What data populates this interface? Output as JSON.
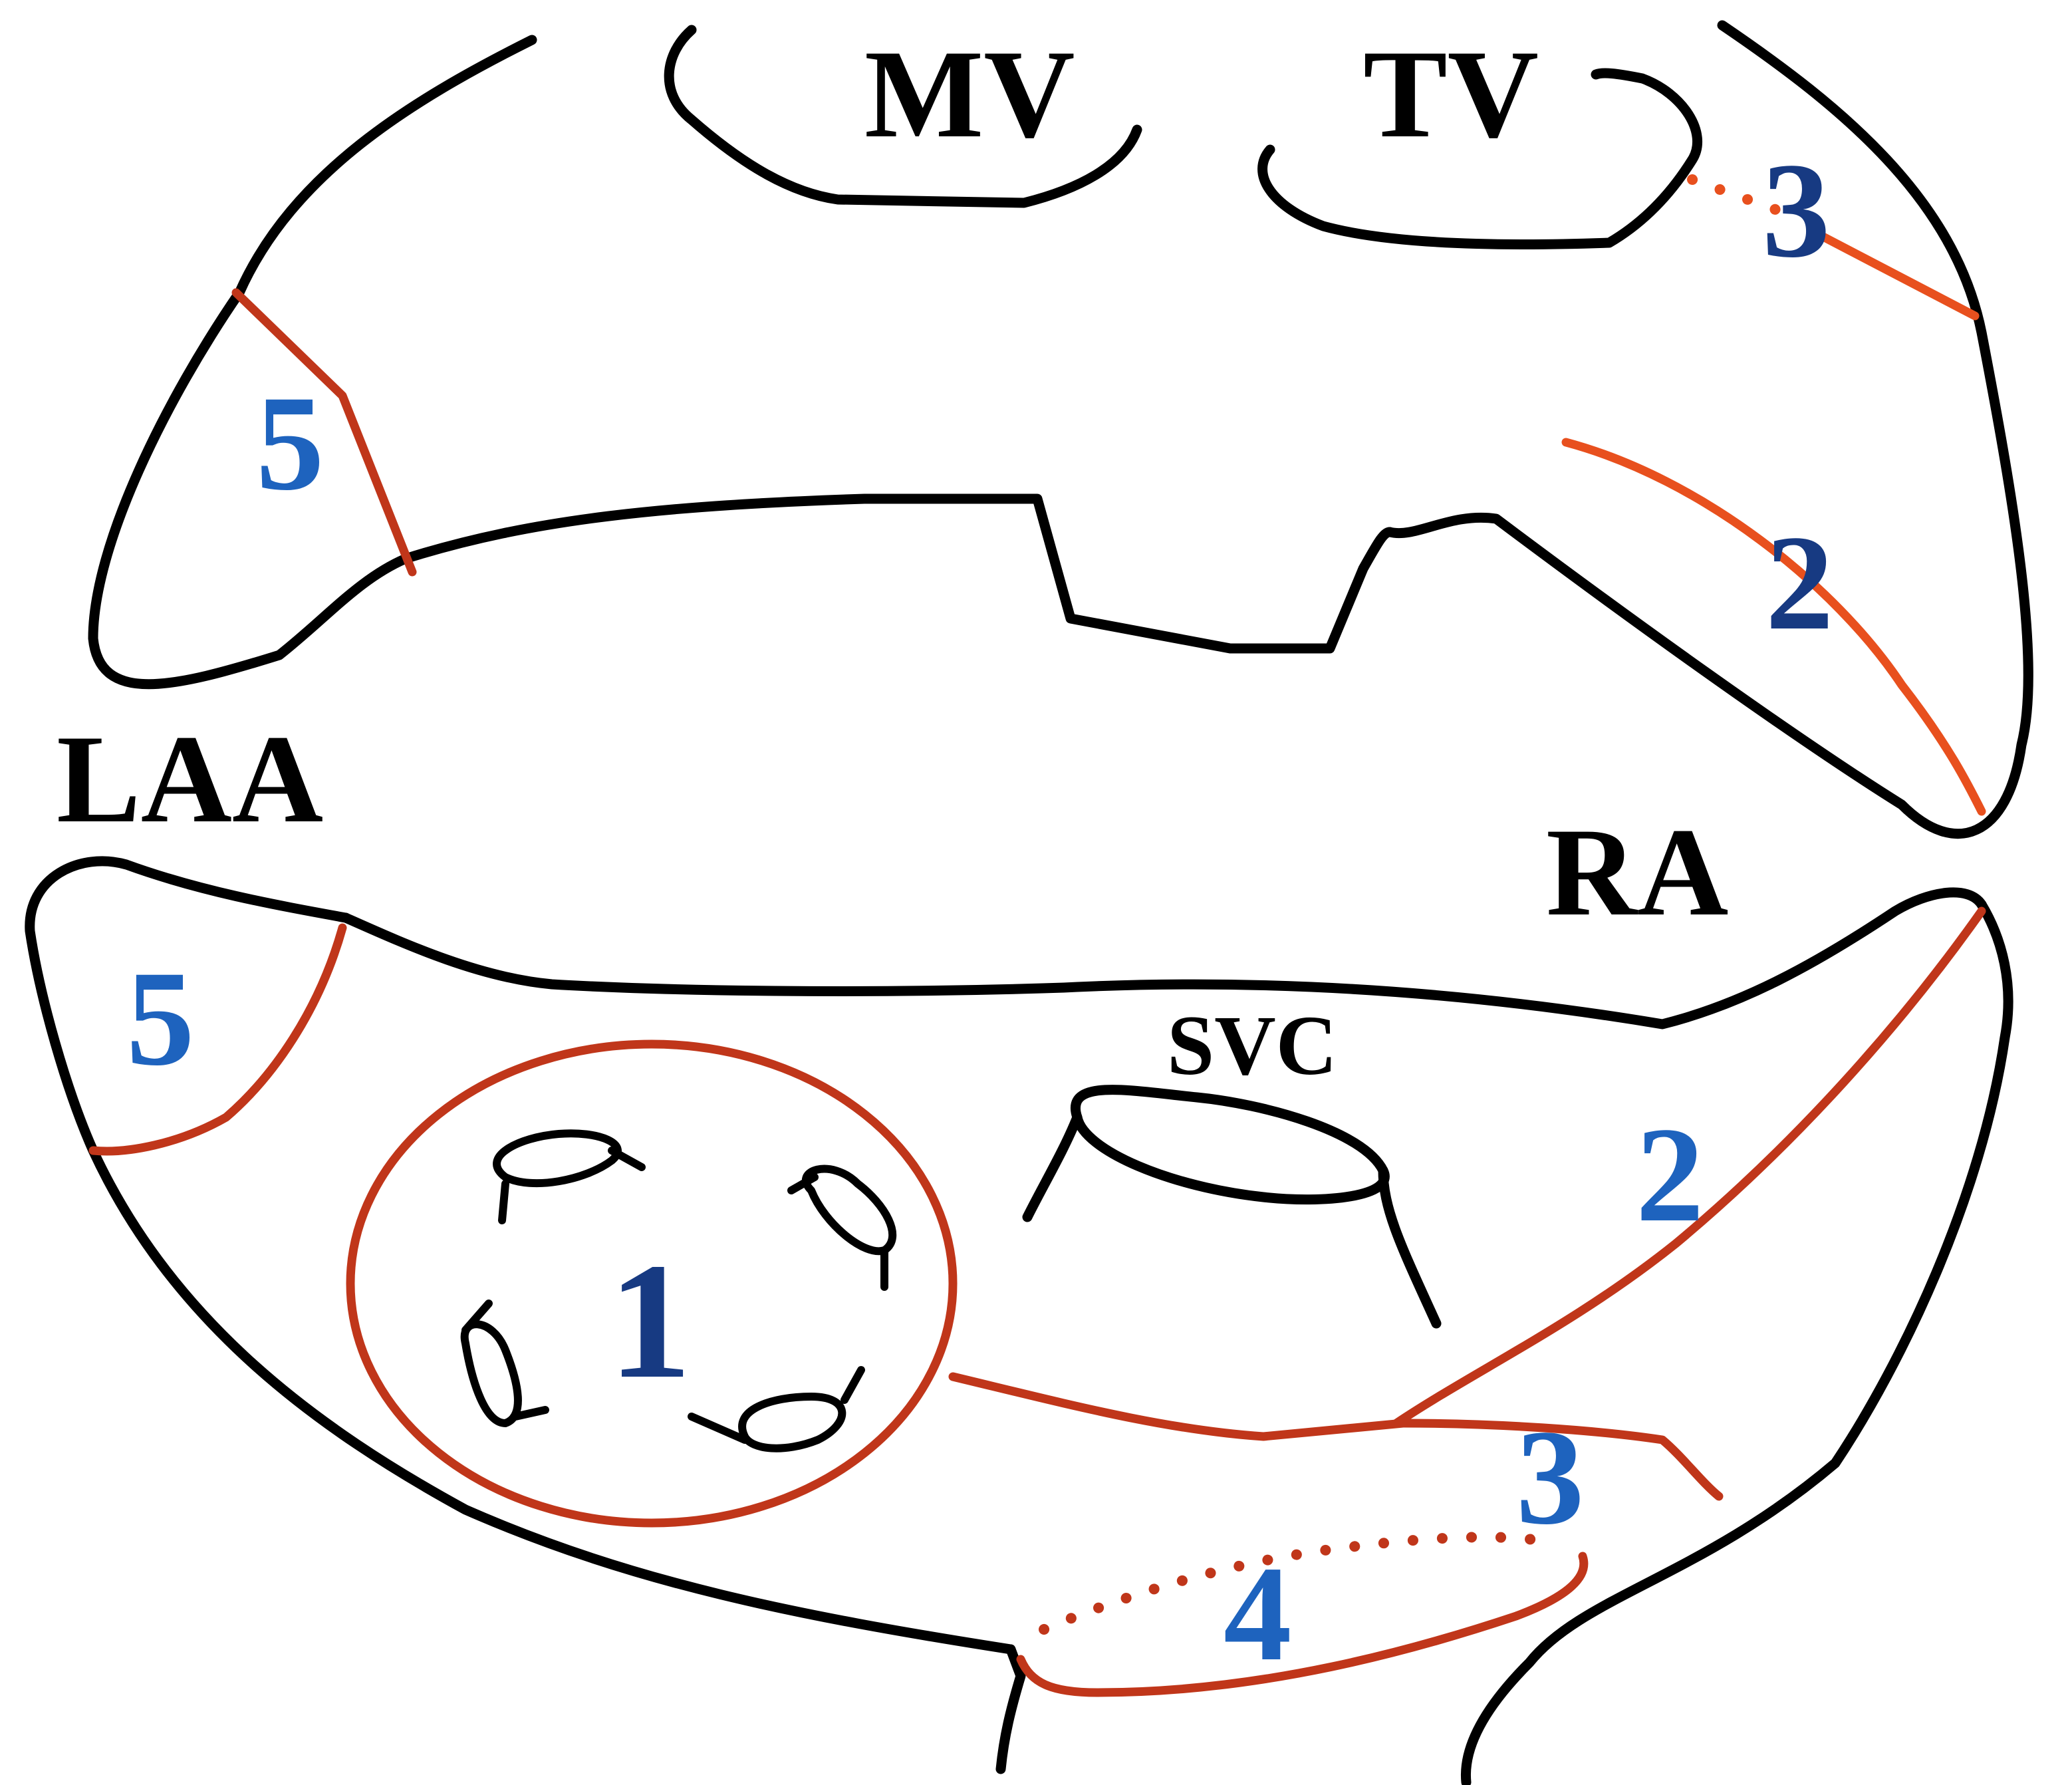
{
  "labels": {
    "mv": "MV",
    "tv": "TV",
    "laa": "LAA",
    "ra": "RA",
    "svc": "SVC"
  },
  "lines": {
    "line1": "1",
    "line2_top": "2",
    "line2_bottom": "2",
    "line3_top": "3",
    "line3_bottom": "3",
    "line4": "4",
    "line5_top": "5",
    "line5_bottom": "5"
  },
  "colors": {
    "outline": "#000000",
    "ablation_line": "#c0361a",
    "ablation_line_bright": "#e8501e",
    "number_dark": "#173a82",
    "number_light": "#1e63be"
  }
}
